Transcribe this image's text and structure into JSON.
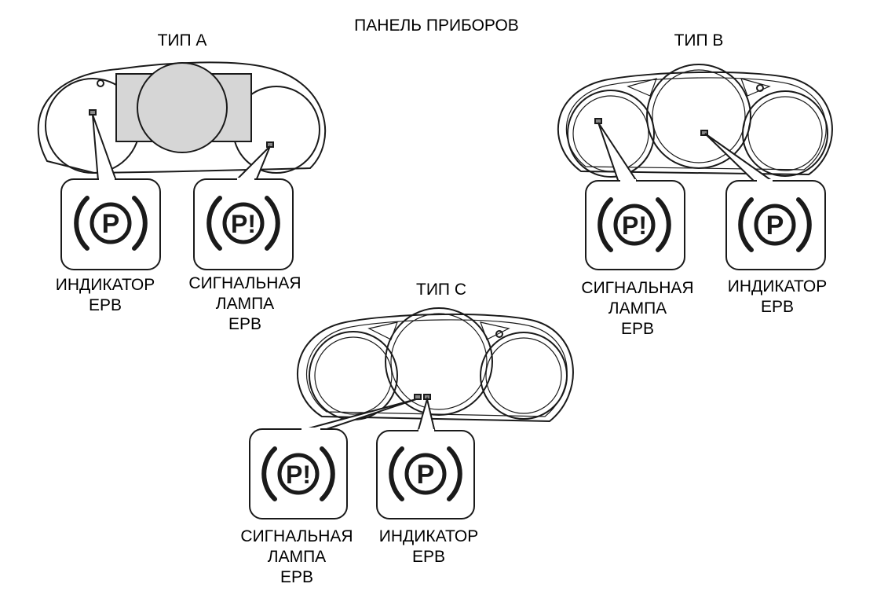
{
  "title": "ПАНЕЛЬ ПРИБОРОВ",
  "clusters": [
    {
      "type": "ТИП A",
      "callouts": [
        {
          "symbol": "P",
          "label": [
            "ИНДИКАТОР",
            "EPB"
          ]
        },
        {
          "symbol": "P!",
          "label": [
            "СИГНАЛЬНАЯ",
            "ЛАМПА",
            "EPB"
          ]
        }
      ]
    },
    {
      "type": "ТИП B",
      "callouts": [
        {
          "symbol": "P!",
          "label": [
            "СИГНАЛЬНАЯ",
            "ЛАМПА",
            "EPB"
          ]
        },
        {
          "symbol": "P",
          "label": [
            "ИНДИКАТОР",
            "EPB"
          ]
        }
      ]
    },
    {
      "type": "ТИП C",
      "callouts": [
        {
          "symbol": "P!",
          "label": [
            "СИГНАЛЬНАЯ",
            "ЛАМПА",
            "EPB"
          ]
        },
        {
          "symbol": "P",
          "label": [
            "ИНДИКАТОР",
            "EPB"
          ]
        }
      ]
    }
  ],
  "colors": {
    "line": "#1a1a1a",
    "display_fill": "#d6d6d6"
  },
  "icons": {
    "indicator": "parking-brake-p-icon",
    "warning": "parking-brake-p-exclamation-icon"
  }
}
